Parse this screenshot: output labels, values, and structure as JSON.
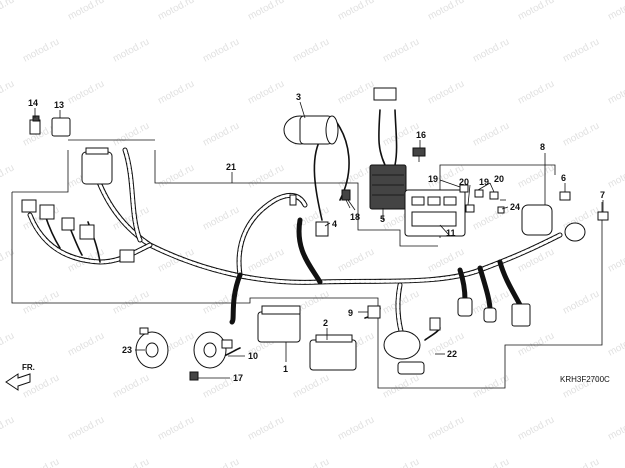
{
  "diagram": {
    "code": "KRH3F2700C",
    "direction_label": "FR.",
    "watermark": "motod.ru",
    "callouts": [
      "1",
      "2",
      "3",
      "4",
      "5",
      "6",
      "7",
      "8",
      "9",
      "10",
      "11",
      "13",
      "14",
      "16",
      "17",
      "18",
      "19",
      "20",
      "21",
      "22",
      "23",
      "24"
    ],
    "labels": {
      "n1": "1",
      "n2": "2",
      "n3": "3",
      "n4": "4",
      "n5": "5",
      "n6": "6",
      "n7": "7",
      "n8": "8",
      "n9": "9",
      "n10": "10",
      "n11": "11",
      "n13": "13",
      "n14": "14",
      "n16": "16",
      "n17": "17",
      "n18": "18",
      "n19a": "19",
      "n19b": "19",
      "n20a": "20",
      "n20b": "20",
      "n21": "21",
      "n22": "22",
      "n23": "23",
      "n24": "24"
    }
  }
}
